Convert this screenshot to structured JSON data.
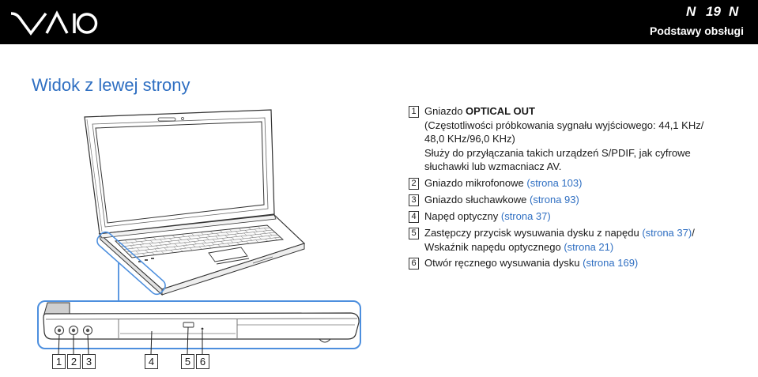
{
  "header": {
    "logo": "VAIO",
    "logo_icon": "vaio-logo",
    "prev_arrow": "N",
    "page_number": "19",
    "next_arrow": "N",
    "section_title": "Podstawy obsługi"
  },
  "page_title": "Widok z lewej strony",
  "illustrations": {
    "top_view_icon": "laptop-open-view",
    "side_view_icon": "laptop-left-side-view",
    "callouts": [
      "1",
      "2",
      "3",
      "4",
      "5",
      "6"
    ]
  },
  "items": [
    {
      "marker": "1",
      "label": "Gniazdo",
      "label_bold": "OPTICAL OUT",
      "details": [
        "(Częstotliwości próbkowania sygnału wyjściowego: 44,1 KHz/",
        "48,0 KHz/96,0 KHz)",
        "Służy do przyłączania takich urządzeń S/PDIF, jak cyfrowe",
        "słuchawki lub wzmacniacz AV."
      ]
    },
    {
      "marker": "2",
      "label": "Gniazdo mikrofonowe",
      "link": "(strona 103)"
    },
    {
      "marker": "3",
      "label": "Gniazdo słuchawkowe",
      "link": "(strona 93)"
    },
    {
      "marker": "4",
      "label": "Napęd optyczny",
      "link": "(strona 37)"
    },
    {
      "marker": "5",
      "label": "Zastępczy przycisk wysuwania dysku z napędu",
      "link": "(strona 37)",
      "separator": "/",
      "label2": "Wskaźnik napędu optycznego",
      "link2": "(strona 21)"
    },
    {
      "marker": "6",
      "label": "Otwór ręcznego wysuwania dysku",
      "link": "(strona 169)"
    }
  ],
  "colors": {
    "header_bg": "#000000",
    "header_text": "#ffffff",
    "heading": "#2f6fc2",
    "link": "#2f6fc2",
    "callout_outline": "#4d8fde",
    "text": "#1a1a1a"
  }
}
